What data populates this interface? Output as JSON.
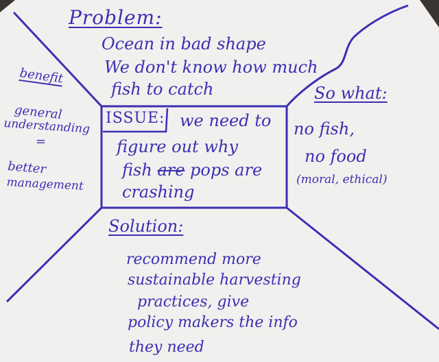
{
  "colors": {
    "paper": "#f1f0ee",
    "ink": "#3b2fb3",
    "background": "#3a3530"
  },
  "problem": {
    "heading": "Problem:",
    "lines": [
      "Ocean in bad shape",
      "We don't know how much",
      "fish to catch"
    ]
  },
  "benefit": {
    "heading": "benefit",
    "lines": [
      "general",
      "understanding",
      "=",
      "better",
      "management"
    ]
  },
  "so_what": {
    "heading": "So what:",
    "lines": [
      "no fish,",
      "no food",
      "(moral, ethical)"
    ]
  },
  "issue": {
    "label": "ISSUE:",
    "text_line1": "we need to",
    "line2": "figure out why",
    "line3_start": "fish",
    "line3_struck": "are",
    "line3_end": "pops are",
    "line4": "crashing"
  },
  "solution": {
    "heading": "Solution:",
    "lines": [
      "recommend more",
      "sustainable harvesting",
      "practices, give",
      "policy makers the info",
      "they need"
    ]
  }
}
